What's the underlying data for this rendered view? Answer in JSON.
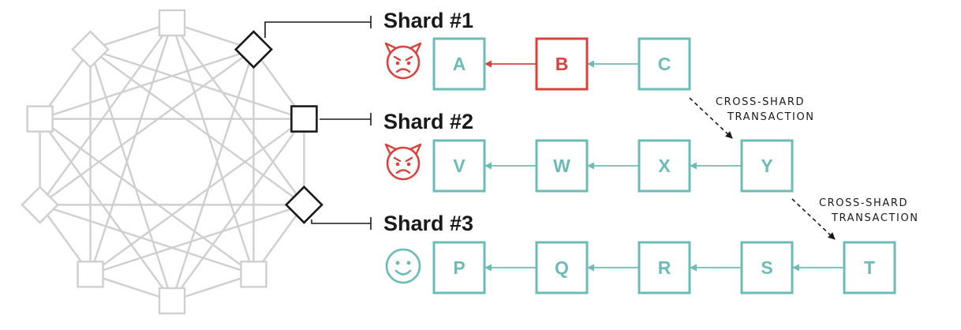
{
  "colors": {
    "teal": "#6bbcb6",
    "red": "#d9423d",
    "node_gray": "#cfcfcf",
    "dark": "#1a1a1a"
  },
  "shards": [
    {
      "label": "Shard #1",
      "status_icon": "devil-face-icon",
      "blocks": [
        {
          "label": "A",
          "status": "normal"
        },
        {
          "label": "B",
          "status": "malicious"
        },
        {
          "label": "C",
          "status": "normal"
        }
      ]
    },
    {
      "label": "Shard #2",
      "status_icon": "devil-face-icon",
      "blocks": [
        {
          "label": "V",
          "status": "normal"
        },
        {
          "label": "W",
          "status": "normal"
        },
        {
          "label": "X",
          "status": "normal"
        },
        {
          "label": "Y",
          "status": "normal"
        }
      ]
    },
    {
      "label": "Shard #3",
      "status_icon": "smiley-face-icon",
      "blocks": [
        {
          "label": "P",
          "status": "normal"
        },
        {
          "label": "Q",
          "status": "normal"
        },
        {
          "label": "R",
          "status": "normal"
        },
        {
          "label": "S",
          "status": "normal"
        },
        {
          "label": "T",
          "status": "normal"
        }
      ]
    }
  ],
  "cross_shard": [
    {
      "from": "C",
      "to": "Y",
      "label_lines": [
        "CROSS-SHARD",
        "TRANSACTION"
      ]
    },
    {
      "from": "Y",
      "to": "T",
      "label_lines": [
        "CROSS-SHARD",
        "TRANSACTION"
      ]
    }
  ]
}
